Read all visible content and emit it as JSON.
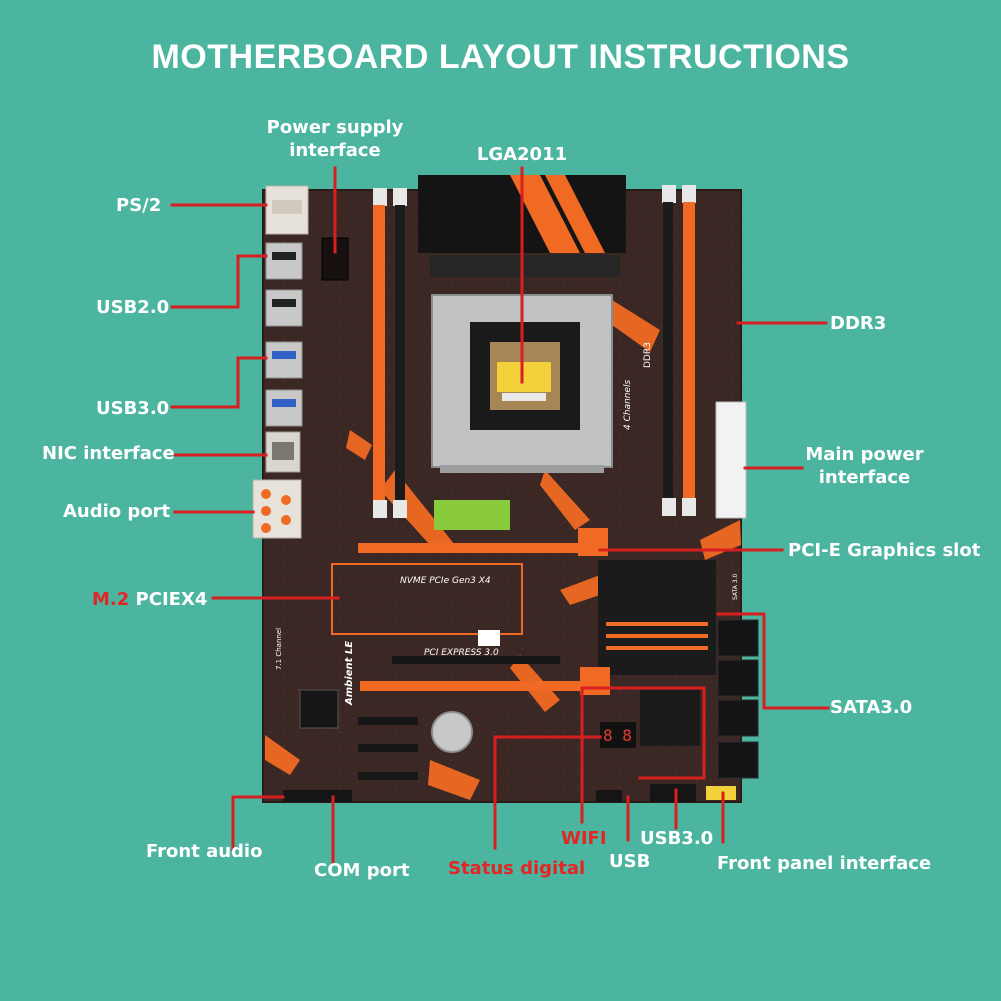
{
  "title": "MOTHERBOARD LAYOUT INSTRUCTIONS",
  "labels": {
    "power_supply_interface": "Power supply\ninterface",
    "lga2011": "LGA2011",
    "ps2": "PS/2",
    "usb20": "USB2.0",
    "usb30_rear": "USB3.0",
    "nic": "NIC interface",
    "audio": "Audio port",
    "m2_prefix": "M.2",
    "m2_suffix": " PCIEX4",
    "ddr3": "DDR3",
    "main_power": "Main power\ninterface",
    "pcie_graphics": "PCI-E Graphics slot",
    "sata": "SATA3.0",
    "front_audio": "Front audio",
    "com_port": "COM port",
    "status_digital": "Status digital",
    "wifi": "WIFI",
    "usb": "USB",
    "usb30_front": "USB3.0",
    "front_panel": "Front panel interface"
  },
  "board_text": {
    "nvme": "NVME PCIe Gen3 X4",
    "pci_express": "PCI EXPRESS 3.0",
    "channels": "4 Channels",
    "ddr3_print": "DDR3",
    "ambient": "Ambient LE",
    "channel_71": "7.1 Channel",
    "sata_print": "SATA 3.0",
    "debug_digits": "8 8"
  },
  "colors": {
    "background": "#4bb59f",
    "board": "#3a2622",
    "accent_orange": "#f06a23",
    "callout_line": "#d81f1f",
    "label_red": "#e42525"
  }
}
